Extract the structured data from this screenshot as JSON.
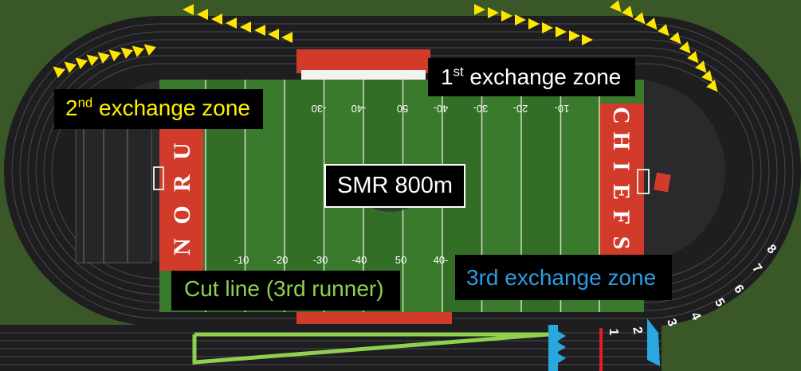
{
  "labels": {
    "first_zone": {
      "ord": "1",
      "sup": "st",
      "rest": " exchange zone"
    },
    "second_zone": {
      "ord": "2",
      "sup": "nd",
      "rest": " exchange zone"
    },
    "event": "SMR 800m",
    "cut_line": "Cut line (3rd runner)",
    "third_zone": "3rd exchange zone"
  },
  "field": {
    "top_yard_numbers": [
      "-30",
      "-40",
      "50",
      "40-",
      "30-",
      "20-",
      "10-"
    ],
    "bottom_yard_numbers": [
      "-10",
      "-20",
      "-30",
      "-40",
      "50",
      "40-"
    ],
    "end_zone_left": "HURON",
    "end_zone_right": "CHIEFS"
  },
  "lane_numbers": [
    "1",
    "2",
    "3",
    "4",
    "5",
    "6",
    "7",
    "8"
  ],
  "colors": {
    "track": "#1e1e20",
    "infield": "#3a7a2c",
    "end_zone": "#d23a2a",
    "marker_yellow": "#ffe600",
    "cut_line_green": "#8fd14f",
    "third_zone_blue": "#29a8e0",
    "finish_red": "#e02020",
    "label_bg": "#000000"
  }
}
